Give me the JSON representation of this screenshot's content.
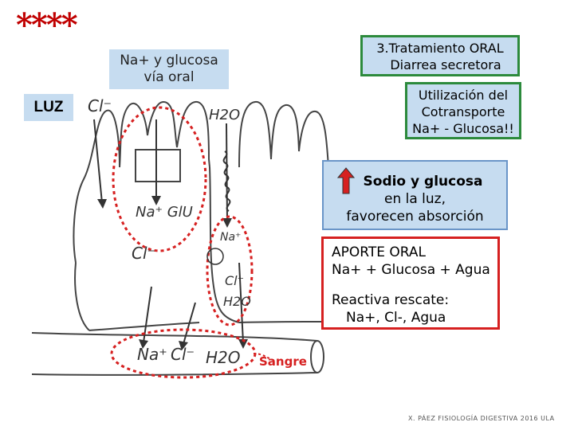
{
  "stars": "****",
  "luz_label": "LUZ",
  "na_glucosa": {
    "line1": "Na+ y glucosa",
    "line2": "vía oral"
  },
  "treatment": {
    "line1": "3.Tratamiento ORAL",
    "line2": "Diarrea secretora"
  },
  "cotransport": {
    "line1": "Utilización del",
    "line2": "Cotransporte",
    "line3": "Na+ - Glucosa!!"
  },
  "sodio": {
    "line1": "Sodio y glucosa",
    "line2": "en la luz,",
    "line3": "favorecen absorción"
  },
  "aporte": {
    "line1": "APORTE ORAL",
    "line2": "Na+  + Glucosa  + Agua",
    "line3": "Reactiva rescate:",
    "line4": "Na+, Cl-,  Agua"
  },
  "sangre": "Sangre",
  "footer": "X. PÁEZ  FISIOLOGÍA DIGESTIVA 2016  ULA",
  "drawing_labels": {
    "cl_top": "Cl⁻",
    "h2o_top": "H2O",
    "na_glu": "Na⁺ GlU",
    "cl_mid": "Cl⁻",
    "na_right": "Na⁺",
    "cl_right": "Cl⁻",
    "h2o_right": "H2O",
    "blood_na": "Na⁺",
    "blood_cl": "Cl⁻",
    "blood_h2o": "H2O"
  },
  "colors": {
    "box_fill": "#c6dcf0",
    "green_border": "#2c8a3c",
    "red": "#d62020",
    "stars": "#c00000"
  }
}
